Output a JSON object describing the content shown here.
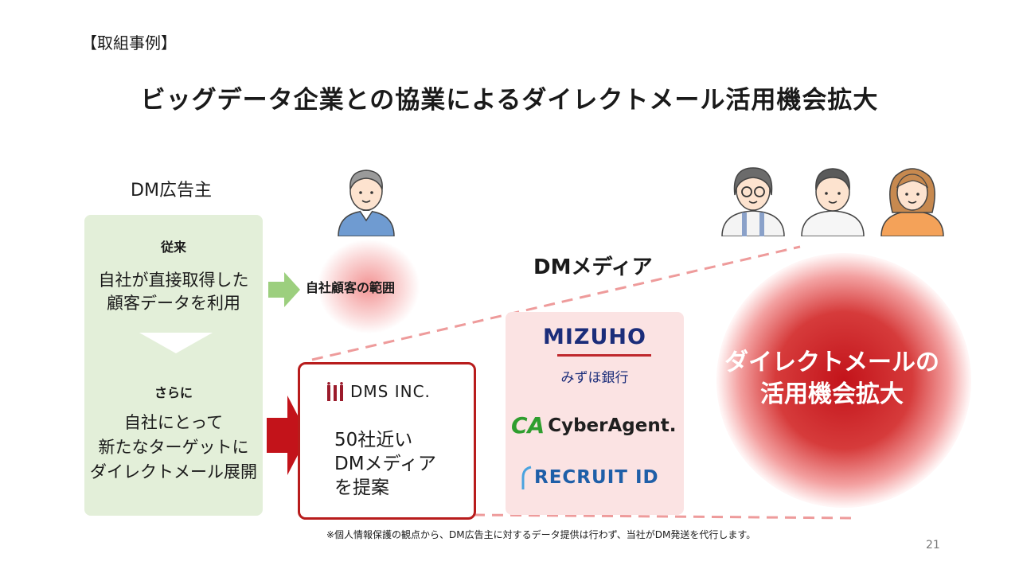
{
  "slide": {
    "tag": "【取組事例】",
    "title": "ビッグデータ企業との協業によるダイレクトメール活用機会拡大",
    "page_number": "21"
  },
  "advertiser": {
    "label": "DM広告主",
    "previous_heading": "従来",
    "previous_text": "自社が直接取得した\n顧客データを利用",
    "further_heading": "さらに",
    "further_text": "自社にとって\n新たなターゲットに\nダイレクトメール展開"
  },
  "own_range_label": "自社顧客の範囲",
  "dms": {
    "logo_text": "DMS INC.",
    "proposal_text": "50社近い\nDMメディア\nを提案"
  },
  "dm_media": {
    "label": "DMメディア",
    "logos": {
      "mizuho_main": "MIZUHO",
      "mizuho_sub": "みずほ銀行",
      "cyberagent_mark": "CA",
      "cyberagent_text": "CyberAgent.",
      "recruit_text": "RECRUIT ID"
    }
  },
  "outcome_text": "ダイレクトメールの\n活用機会拡大",
  "footnote": "※個人情報保護の観点から、DM広告主に対するデータ提供は行わず、当社がDM発送を代行します。",
  "colors": {
    "green_panel": "#e3efd9",
    "pink_panel": "#fbe3e3",
    "accent_red": "#b81c1c",
    "green_arrow": "#9ccf7e"
  }
}
